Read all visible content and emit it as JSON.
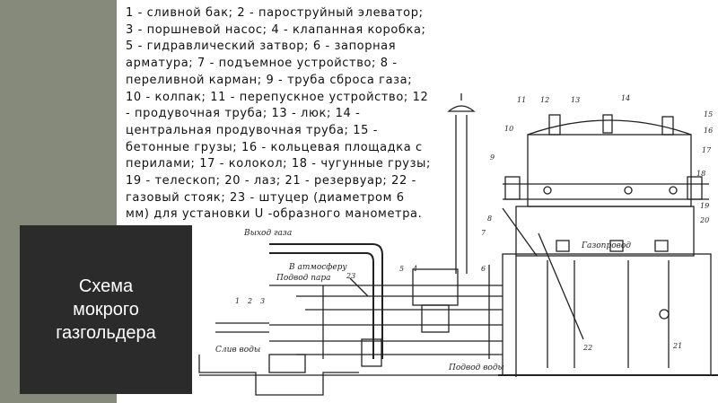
{
  "slide": {
    "title": "Схема\nмокрого\nгазгольдера",
    "legend": "1 - сливной бак; 2 - пароструйный элеватор; 3 - поршневой насос; 4 - клапанная коробка; 5 - гидравлический затвор; 6 - запорная арматура; 7 - подъемное устройство; 8 - переливной карман; 9 - труба сброса газа; 10 - колпак; 11 - перепускное устройство; 12 - продувочная труба; 13 - люк; 14 - центральная продувочная труба; 15 - бетонные грузы; 16 - кольцевая площадка с перилами; 17 - колокол; 18 - чугунные грузы; 19 - телескоп; 20 - лаз; 21 - резервуар; 22 - газовый стояк; 23 - штуцер (диаметром 6 мм) для установки U -образного манометра."
  },
  "diagram": {
    "labels": {
      "gas_outlet": "Выход газа",
      "to_atmosphere": "В атмосферу",
      "steam_supply": "Подвод пара",
      "gas_pipeline": "Газопровод",
      "water_drain": "Слив воды",
      "water_supply": "Подвод воды"
    },
    "numbers": [
      "1",
      "2",
      "3",
      "4",
      "5",
      "6",
      "7",
      "8",
      "9",
      "10",
      "11",
      "12",
      "13",
      "14",
      "15",
      "16",
      "17",
      "18",
      "19",
      "20",
      "21",
      "22",
      "23"
    ]
  },
  "colors": {
    "sidebar": "#858a7b",
    "title_box": "#2b2b2b",
    "ink": "#222222"
  }
}
